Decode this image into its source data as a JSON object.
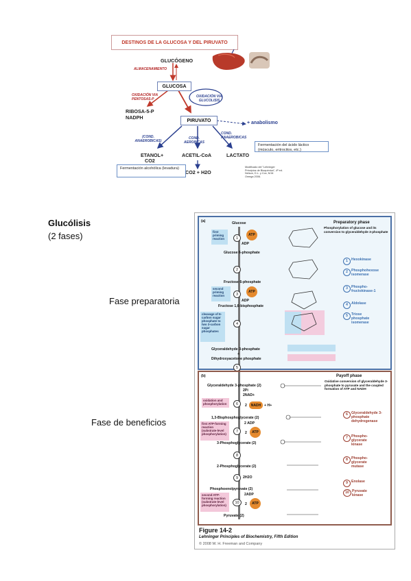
{
  "diagram": {
    "title": "DESTINOS DE LA GLUCOSA Y DEL PIRUVATO",
    "glucogeno": "GLUCÓGENO",
    "almacenamiento": "ALMACENAMIENTO",
    "glucosa": "GLUCOSA",
    "oxidacion_pentosas": "OXIDACIÓN VIA PENTOSAS-P",
    "oxidacion_glucolisis": "OXIDACIÓN VIA GLUCOLISIS",
    "ribosa": "RIBOSA-5-P",
    "nadph": "NADPH",
    "piruvato": "PIRUVATO",
    "anabolismo": "+ anabolismo",
    "cond_anaerobicas_left": "(COND. ANAEROBICAS)",
    "cond_aerobicas": "COND. AEROBICAS",
    "cond_anaerobicas_right": "COND. ANAEROBICAS",
    "etanol": "ETANOL+",
    "co2": "CO2",
    "acetil": "ACETIL-CoA",
    "lactato": "LACTATO",
    "co2_h2o": "CO2 + H2O",
    "ferm_lactico": "Fermentación del ácido láctico (músculo, eritrocitos, etc.)",
    "ferm_alcoholica": "Fermentación alcohólica (levadura)",
    "source_note": "Modificado del \"Lehninger Principios de Bioquímica\", 4ª ed. Nelson, D.L. y Cox, M.M. Omega 2006."
  },
  "side": {
    "title": "Glucólisis",
    "subtitle": "(2 fases)",
    "fase1": "Fase preparatoria",
    "fase2": "Fase de beneficios"
  },
  "figure": {
    "panel_a": "(a)",
    "panel_b": "(b)",
    "preparatory_phase": "Preparatory phase",
    "preparatory_desc": "Phosphorylation of glucose and its conversion to glyceraldehyde 3-phosphate",
    "payoff_phase": "Payoff phase",
    "payoff_desc": "Oxidative conversion of glyceraldehyde 3-phosphate to pyruvate and the coupled formation of ATP and NADH",
    "metabolites": {
      "glucose": "Glucose",
      "g6p": "Glucose 6-phosphate",
      "f6p": "Fructose 6-phosphate",
      "f16bp": "Fructose 1,6-bisphosphate",
      "gap": "Glyceraldehyde 3-phosphate",
      "plus": "+",
      "dhap": "Dihydroxyacetone phosphate",
      "gap2": "Glyceraldehyde 3-phosphate (2)",
      "bpg": "1,3-Bisphosphoglycerate (2)",
      "pg3": "3-Phosphoglycerate (2)",
      "pg2": "2-Phosphoglycerate (2)",
      "pep": "Phosphoenolpyruvate (2)",
      "pyruvate": "Pyruvate (2)"
    },
    "cofactors": {
      "atp": "ATP",
      "adp": "ADP",
      "pi2": "2Pi",
      "nad2": "2NAD+",
      "nadh": "NADH",
      "two": "2",
      "hplus": "+ H+",
      "adp2": "2 ADP",
      "adp2b": "2ADP",
      "h2o": "2H2O"
    },
    "side_labels": {
      "first_priming": "first priming reaction",
      "second_priming": "second priming reaction",
      "cleavage": "cleavage of 6-carbon sugar phosphate to two 3-carbon sugar phosphates",
      "oxidation": "oxidation and phosphorylation",
      "first_atp": "first ATP-forming reaction (substrate-level phosphorylation)",
      "second_atp": "second ATP-forming reaction (substrate-level phosphorylation)"
    },
    "enzymes_a": [
      {
        "n": "1",
        "name": "Hexokinase"
      },
      {
        "n": "2",
        "name": "Phosphohexose isomerase"
      },
      {
        "n": "3",
        "name": "Phospho-fructokinase-1"
      },
      {
        "n": "4",
        "name": "Aldolase"
      },
      {
        "n": "5",
        "name": "Triose phosphate isomerase"
      }
    ],
    "enzymes_b": [
      {
        "n": "6",
        "name": "Glyceraldehyde 3-phosphate dehydrogenase"
      },
      {
        "n": "7",
        "name": "Phospho-glycerate kinase"
      },
      {
        "n": "8",
        "name": "Phospho-glycerate mutase"
      },
      {
        "n": "9",
        "name": "Enolase"
      },
      {
        "n": "10",
        "name": "Pyruvate kinase"
      }
    ],
    "caption_title": "Figure 14-2",
    "caption_book": "Lehninger Principles of Biochemistry, Fifth Edition",
    "caption_copy": "© 2008 W. H. Freeman and Company"
  },
  "colors": {
    "title_red": "#c0392b",
    "arrow_red": "#c0392b",
    "arrow_blue": "#2a3f8f",
    "atp_orange": "#e58a2e",
    "panel_a_border": "#4a6fa5",
    "panel_b_border": "#8e5a4b"
  }
}
